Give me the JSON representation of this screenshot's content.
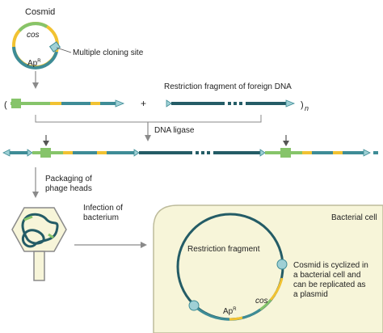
{
  "colors": {
    "teal": "#3e8c96",
    "dark_teal": "#245c66",
    "yellow": "#f1c232",
    "green": "#86c46a",
    "light_teal": "#9fd0d5",
    "arrow": "#8a8a8a",
    "cell_fill": "#f7f5d9",
    "cell_border": "#bdbb9b",
    "head_fill": "#f7f5d9"
  },
  "labels": {
    "cosmid": "Cosmid",
    "cos": "cos",
    "apr_base": "Ap",
    "apr_sup": "R",
    "mcs": "Multiple cloning site",
    "restriction_fragment_foreign": "Restriction fragment of foreign DNA",
    "paren_open": "(",
    "plus": "+",
    "paren_close": ")",
    "subscript_n": "n",
    "dna_ligase": "DNA ligase",
    "packaging_line1": "Packaging of",
    "packaging_line2": "phage heads",
    "infection_line1": "Infection of",
    "infection_line2": "bacterium",
    "bacterial_cell": "Bacterial cell",
    "restriction_fragment": "Restriction fragment",
    "cyclized_line1": "Cosmid is cyclized in",
    "cyclized_line2": "a bacterial cell and",
    "cyclized_line3": "can be replicated as",
    "cyclized_line4": "a plasmid",
    "cos_cell": "cos",
    "apr_cell_base": "Ap",
    "apr_cell_sup": "R"
  }
}
